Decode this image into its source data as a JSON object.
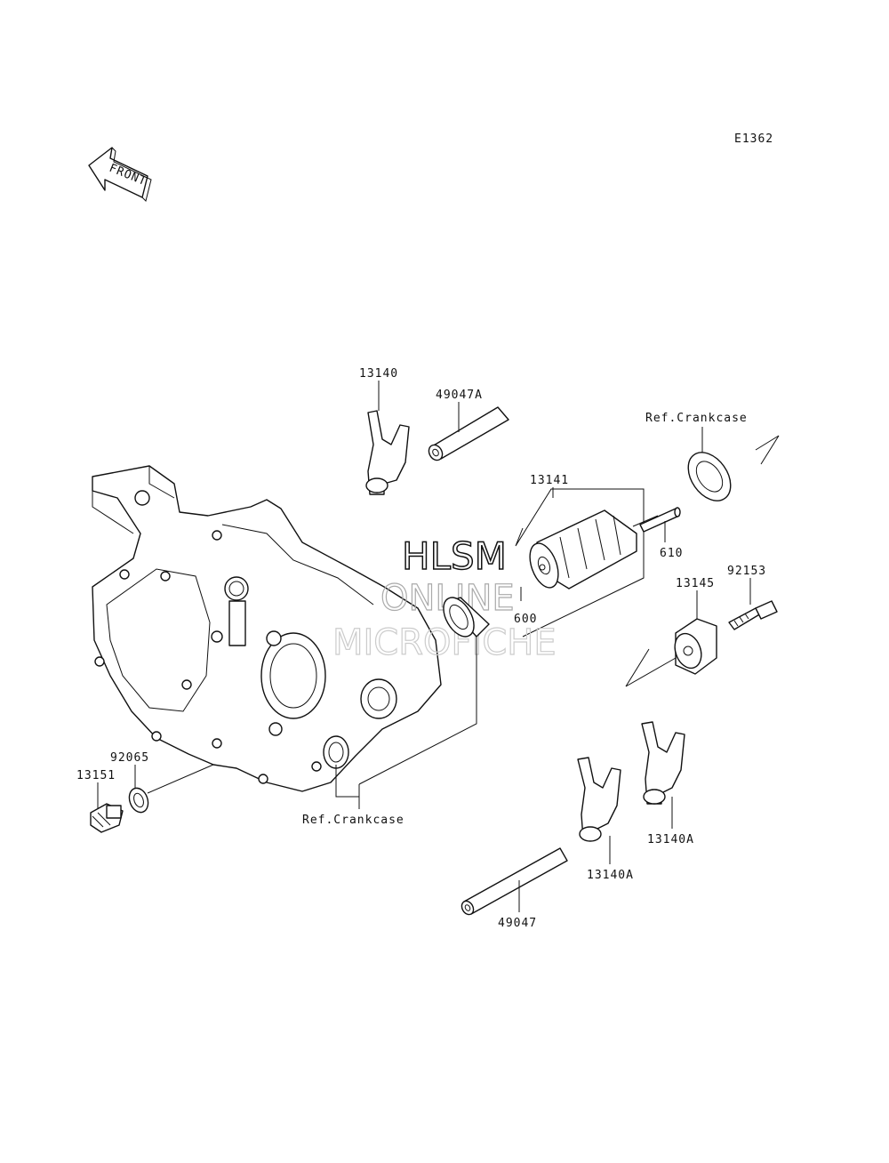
{
  "diagram_code": "E1362",
  "front_label": "FRONT",
  "watermark": {
    "line1": "HLSM",
    "line2": "ONLINE",
    "line3": "MICROFICHE"
  },
  "labels": {
    "fork_upper": "13140",
    "shaft_upper": "49047A",
    "ref_crankcase_upper": "Ref.Crankcase",
    "drum": "13141",
    "pin": "610",
    "bolt": "92153",
    "holder": "13145",
    "bearing": "600",
    "washer": "92065",
    "plug": "13151",
    "ref_crankcase_lower": "Ref.Crankcase",
    "fork_right": "13140A",
    "fork_mid": "13140A",
    "shaft_lower": "49047"
  }
}
